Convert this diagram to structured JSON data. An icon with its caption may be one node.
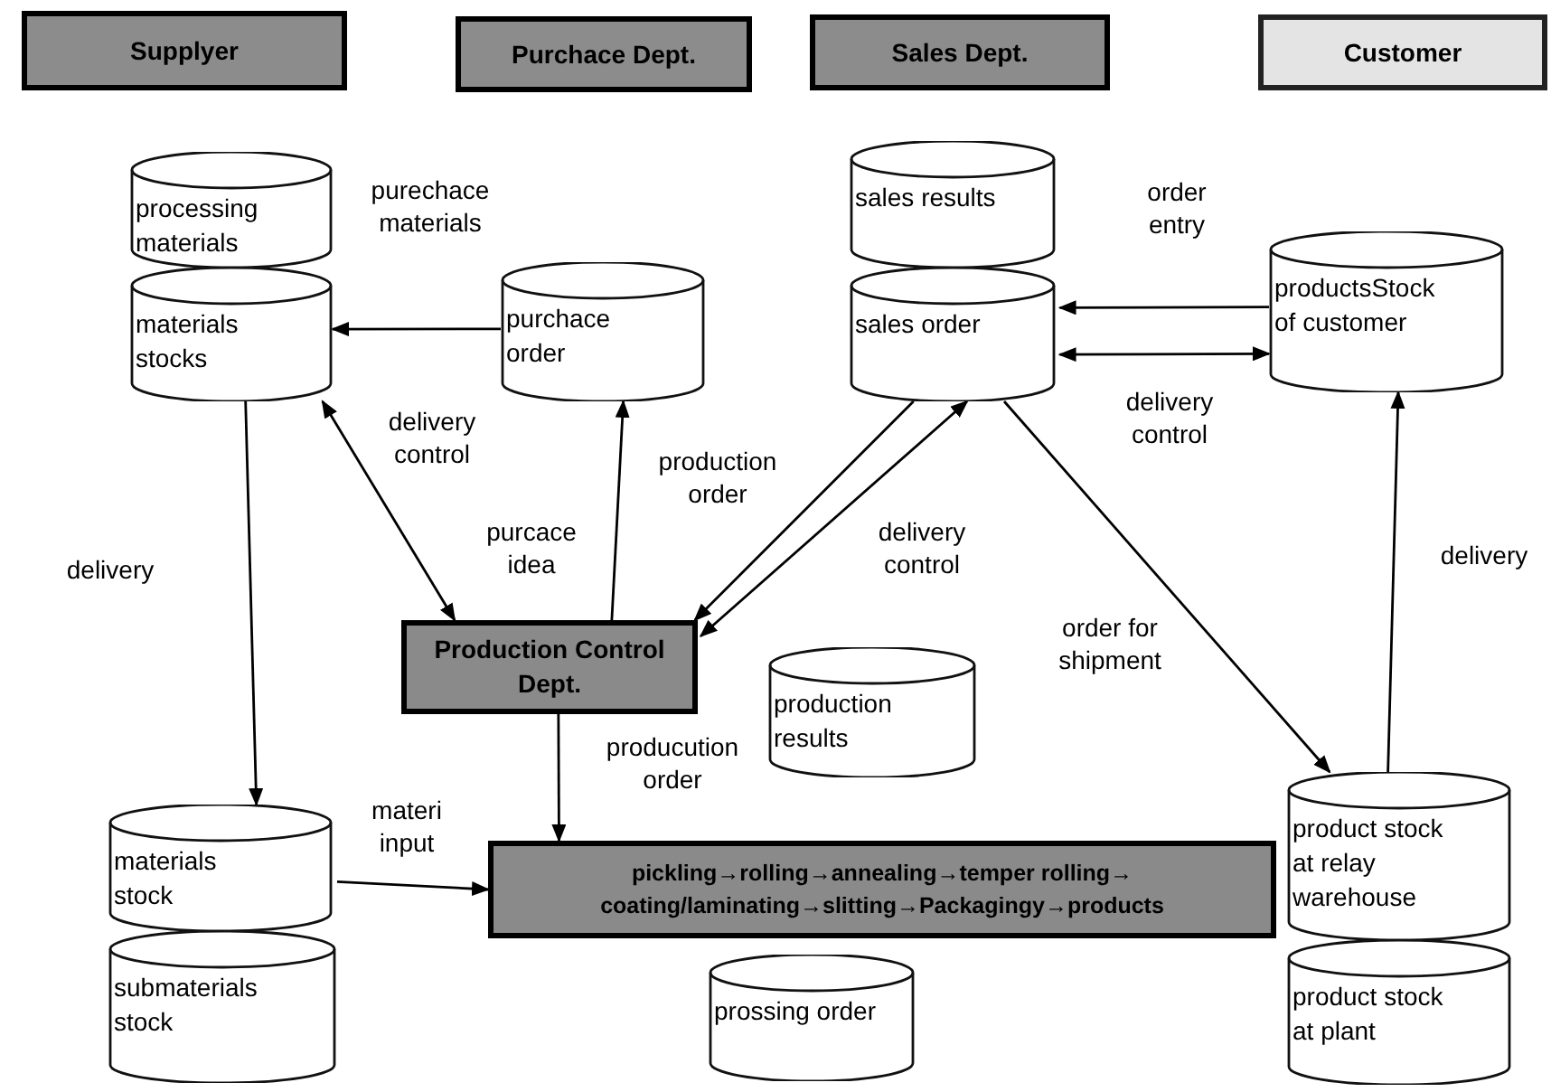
{
  "diagram": {
    "nodes": [
      {
        "text": [
          "Supplyer"
        ]
      },
      {
        "text": [
          "Purchace Dept."
        ]
      },
      {
        "text": [
          "Sales Dept."
        ]
      },
      {
        "text": [
          "Customer"
        ]
      },
      {
        "text": [
          "processing materials"
        ]
      },
      {
        "text": [
          "materials stocks"
        ]
      },
      {
        "text": [
          "purchace order"
        ]
      },
      {
        "text": [
          "sales results"
        ]
      },
      {
        "text": [
          "sales order"
        ]
      },
      {
        "text": [
          "productsStock of customer"
        ]
      },
      {
        "text": [
          "Production Control Dept."
        ]
      },
      {
        "text": [
          "production results"
        ]
      },
      {
        "text": [
          "pickling→rolling→annealing→temper rolling→ coating/laminating→slitting→Packagingy→products"
        ]
      },
      {
        "text": [
          "materials stock"
        ]
      },
      {
        "text": [
          "submaterials stock"
        ]
      },
      {
        "text": [
          "prossing order"
        ]
      },
      {
        "text": [
          "product stock at relay warehouse"
        ]
      },
      {
        "text": [
          "product stock at plant"
        ]
      }
    ],
    "edges": [
      {
        "from": 6,
        "to": 5,
        "arrow": "to",
        "label": "purechace materials"
      },
      {
        "from": 5,
        "to": 10,
        "arrow": "both",
        "label": "delivery control"
      },
      {
        "from": 10,
        "to": 6,
        "arrow": "to",
        "label": "purcace idea"
      },
      {
        "from": 8,
        "to": 10,
        "arrow": "to",
        "label": "production order"
      },
      {
        "from": 10,
        "to": 8,
        "arrow": "both",
        "label": "delivery control"
      },
      {
        "from": 8,
        "to": 16,
        "arrow": "to",
        "label": "order for shipment"
      },
      {
        "from": 9,
        "to": 8,
        "arrow": "to",
        "label": "order entry"
      },
      {
        "from": 8,
        "to": 9,
        "arrow": "both",
        "label": "delivery control"
      },
      {
        "from": 16,
        "to": 9,
        "arrow": "to",
        "label": "delivery"
      },
      {
        "from": 5,
        "to": 13,
        "arrow": "to",
        "label": "delivery"
      },
      {
        "from": 13,
        "to": 12,
        "arrow": "to",
        "label": "materi input"
      },
      {
        "from": 10,
        "to": 12,
        "arrow": "to",
        "label": "producution order"
      }
    ]
  }
}
